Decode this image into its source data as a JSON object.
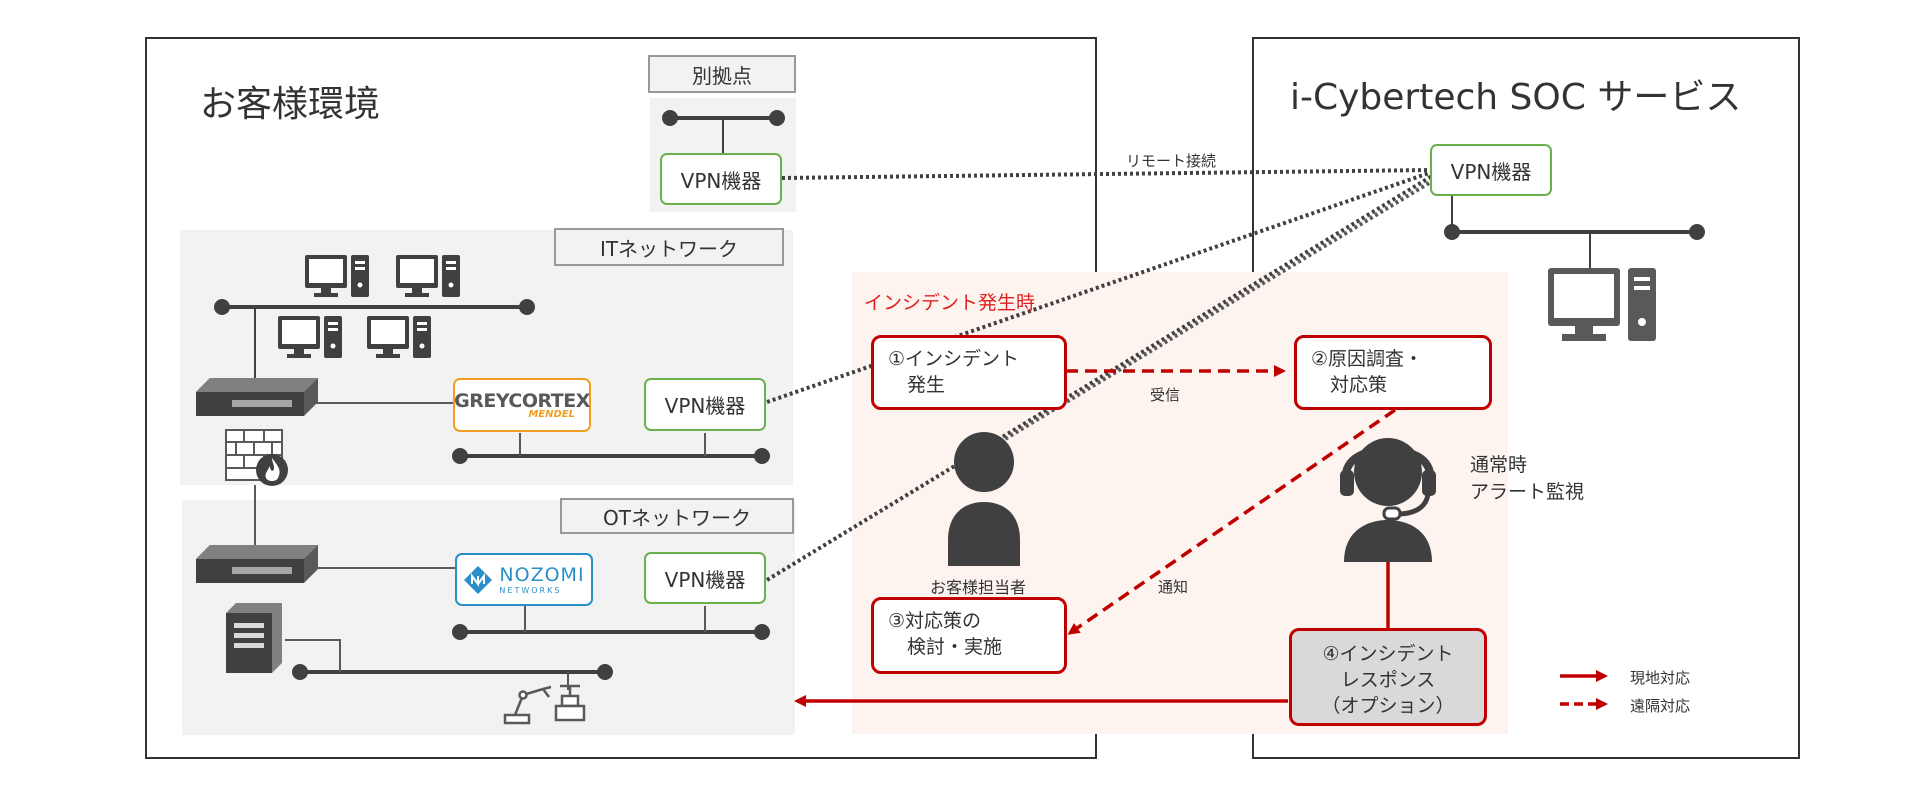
{
  "customer_env": {
    "title": "お客様環境",
    "branch_tag": "別拠点",
    "it_tag": "ITネットワーク",
    "ot_tag": "OTネットワーク",
    "vpn_branch": "VPN機器",
    "vpn_it": "VPN機器",
    "vpn_ot": "VPN機器",
    "greycortex_logo": "GREYCORTEX",
    "greycortex_sub": "MENDEL",
    "nozomi_logo": "NOZOMI",
    "nozomi_sub": "NETWORKS"
  },
  "soc": {
    "title": "i-Cybertech SOC サービス",
    "vpn": "VPN機器",
    "normal_label": "通常時\nアラート監視"
  },
  "incident": {
    "title": "インシデント発生時",
    "step1": "①インシデント\n　発生",
    "step2": "②原因調査・\n　対応策",
    "step3": "③対応策の\n　検討・実施",
    "step4": "④インシデント\nレスポンス\n（オプション）",
    "customer_person": "お客様担当者"
  },
  "edge_labels": {
    "remote": "リモート接続",
    "receive": "受信",
    "notify": "通知"
  },
  "legend": {
    "solid": "現地対応",
    "dashed": "遠隔対応"
  },
  "colors": {
    "accent_red": "#c00000",
    "vpn_green": "#6ab04c",
    "greycortex_orange": "#f0a020",
    "nozomi_blue": "#2a8fc8",
    "icon_gray": "#595959"
  }
}
